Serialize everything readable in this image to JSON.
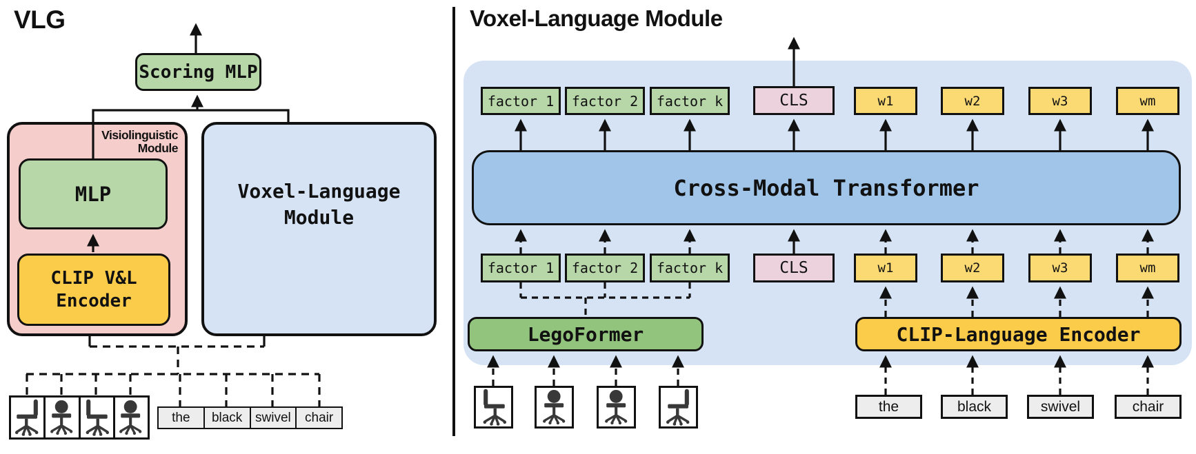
{
  "left": {
    "title": "VLG",
    "scoring_mlp_label": "Scoring MLP",
    "visiolinguistic_module": {
      "label_line1": "Visiolinguistic",
      "label_line2": "Module",
      "mlp_label": "MLP",
      "clip_encoder_line1": "CLIP V&L",
      "clip_encoder_line2": "Encoder"
    },
    "voxel_module": {
      "label_line1": "Voxel-Language",
      "label_line2": "Module"
    },
    "words": [
      "the",
      "black",
      "swivel",
      "chair"
    ]
  },
  "right": {
    "title": "Voxel-Language Module",
    "transformer_label": "Cross-Modal Transformer",
    "legoformer_label": "LegoFormer",
    "clip_language_encoder_label": "CLIP-Language Encoder",
    "output_tokens": [
      "factor 1",
      "factor 2",
      "factor k",
      "CLS",
      "w1",
      "w2",
      "w3",
      "wm"
    ],
    "input_tokens": [
      "factor 1",
      "factor 2",
      "factor k",
      "CLS",
      "w1",
      "w2",
      "w3",
      "wm"
    ],
    "words": [
      "the",
      "black",
      "swivel",
      "chair"
    ]
  },
  "colors": {
    "light_green": "#b7d7a9",
    "dark_green": "#93c47d",
    "yellow": "#fbcb4a",
    "light_yellow": "#fbd973",
    "pink_module": "#f5cdcb",
    "pink_token": "#ecd2dc",
    "light_blue": "#d5e3f4",
    "transformer_blue": "#a0c5e8",
    "word_gray": "#ededed",
    "outline": "#111111",
    "chair_glyph": "#383838"
  }
}
